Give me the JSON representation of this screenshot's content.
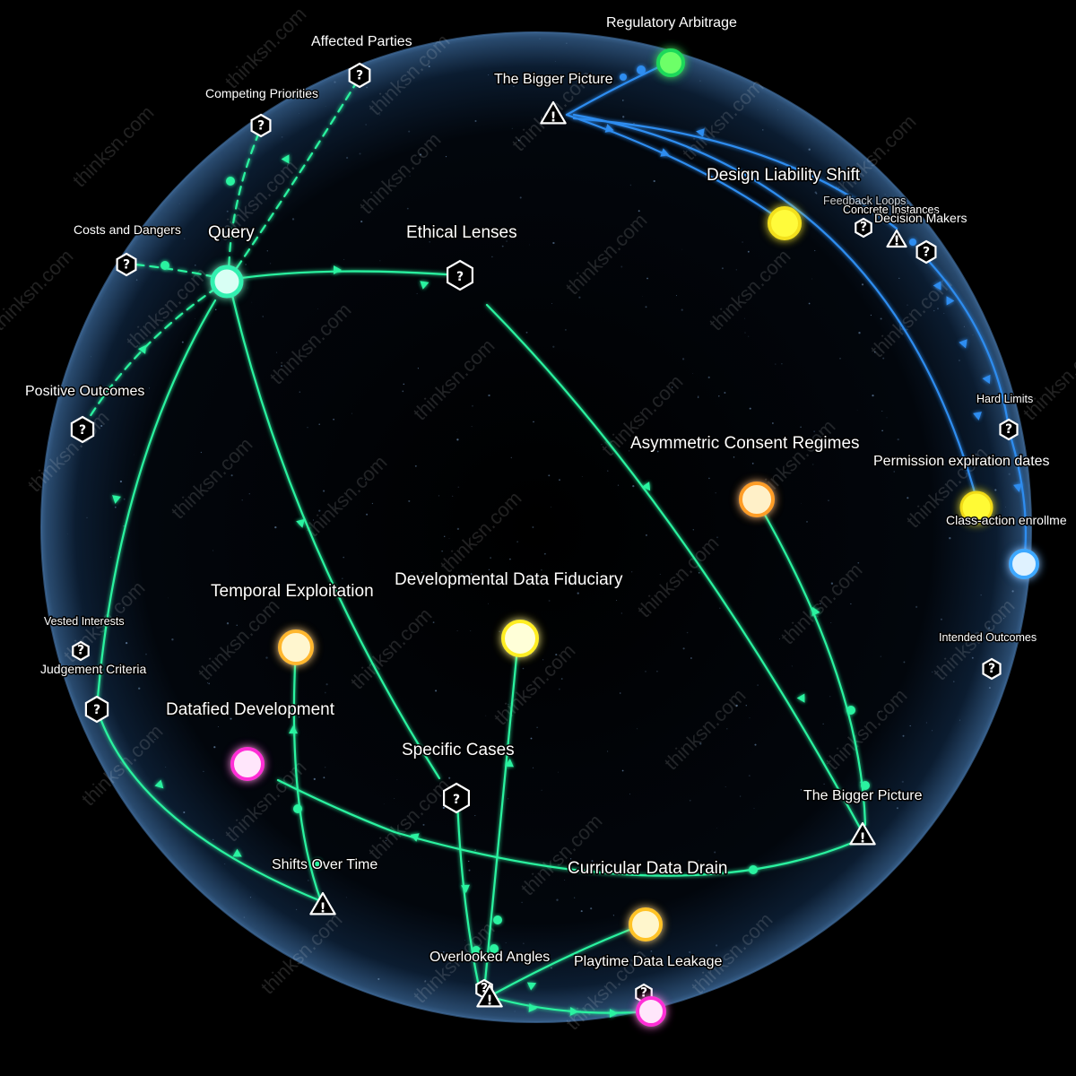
{
  "colors": {
    "green": "#2bf3a0",
    "blue": "#2f8df0",
    "yellow": "#ffef2a",
    "orange": "#ffa531",
    "magenta": "#ff2fd6",
    "light_blue": "#3ea8ff",
    "bright_green": "#5dff72",
    "query_ring": "#31f0b0"
  },
  "watermark": "thinksn.com",
  "labels": {
    "regulatory_arbitrage": "Regulatory Arbitrage",
    "affected_parties": "Affected Parties",
    "bigger_picture_top": "The Bigger Picture",
    "competing_priorities": "Competing Priorities",
    "design_liability_shift": "Design Liability Shift",
    "feedback_loops": "Feedback Loops",
    "concrete_instances": "Concrete Instances",
    "decision_makers": "Decision Makers",
    "costs_and_dangers": "Costs and Dangers",
    "query": "Query",
    "ethical_lenses": "Ethical Lenses",
    "positive_outcomes": "Positive Outcomes",
    "hard_limits": "Hard Limits",
    "asymmetric_consent": "Asymmetric Consent Regimes",
    "permission_expiration": "Permission expiration dates",
    "class_action": "Class-action enrollme",
    "temporal_exploitation": "Temporal Exploitation",
    "developmental_fiduciary": "Developmental Data Fiduciary",
    "vested_interests": "Vested Interests",
    "intended_outcomes": "Intended Outcomes",
    "judgement_criteria": "Judgement Criteria",
    "datafied_development": "Datafied Development",
    "specific_cases": "Specific Cases",
    "bigger_picture_right": "The Bigger Picture",
    "curricular_data_drain": "Curricular Data Drain",
    "shifts_over_time": "Shifts Over Time",
    "overlooked_angles": "Overlooked Angles",
    "playtime_data_leakage": "Playtime Data Leakage"
  },
  "icons": {
    "question_glyph": "?",
    "warning_glyph": "!"
  }
}
